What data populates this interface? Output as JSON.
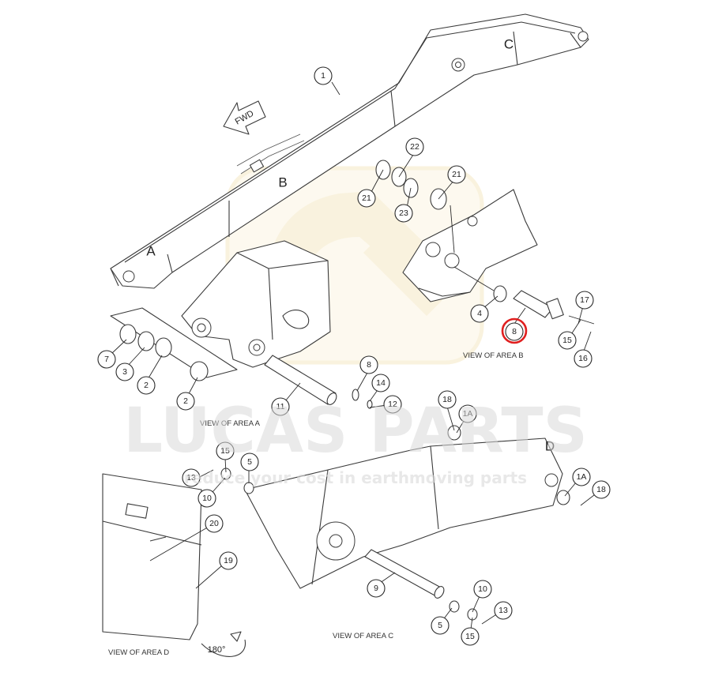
{
  "watermark": {
    "brand": "LUCAS PARTS",
    "tagline": "reduce your cost in earthmoving parts"
  },
  "direction_label": "FWD",
  "area_letters": [
    "A",
    "B",
    "C",
    "D"
  ],
  "view_labels": [
    "VIEW OF AREA A",
    "VIEW OF AREA B",
    "VIEW OF AREA C",
    "VIEW OF AREA D"
  ],
  "rotation_label": "180°",
  "callouts": [
    "1",
    "21",
    "22",
    "21",
    "23",
    "4",
    "8",
    "17",
    "15",
    "16",
    "7",
    "3",
    "2",
    "2",
    "11",
    "8",
    "14",
    "12",
    "18",
    "1A",
    "15",
    "5",
    "13",
    "10",
    "1A",
    "18",
    "20",
    "19",
    "9",
    "10",
    "5",
    "15",
    "13"
  ],
  "highlighted_callout": "8",
  "colors": {
    "highlight": "#e02020",
    "line": "#3a3a3a",
    "watermark": "#d9d9d9",
    "logo": "#f3e4b8"
  }
}
